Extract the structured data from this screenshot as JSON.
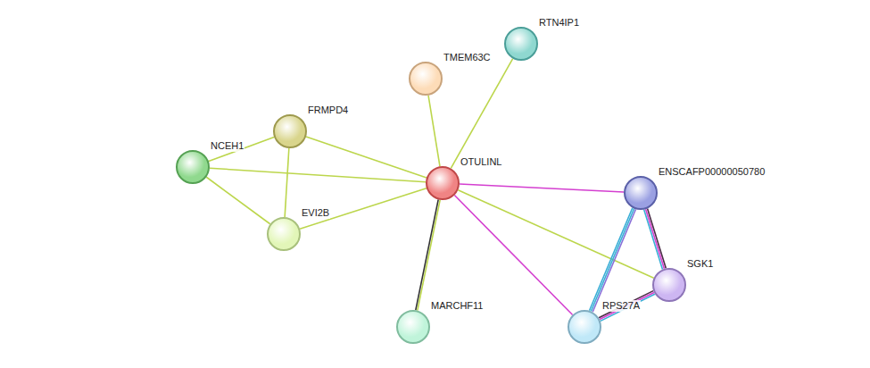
{
  "diagram": {
    "nodes": [
      {
        "text": [
          "RTN4IP1"
        ]
      },
      {
        "text": [
          "TMEM63C"
        ]
      },
      {
        "text": [
          "FRMPD4"
        ]
      },
      {
        "text": [
          "NCEH1"
        ]
      },
      {
        "text": [
          "OTULINL"
        ]
      },
      {
        "text": [
          "ENSCAFP00000050780"
        ]
      },
      {
        "text": [
          "EVI2B"
        ]
      },
      {
        "text": [
          "SGK1"
        ]
      },
      {
        "text": [
          "MARCHF11"
        ]
      },
      {
        "text": [
          "RPS27A"
        ]
      }
    ],
    "edges": [
      {
        "from": 4,
        "to": 0,
        "arrow": "none"
      },
      {
        "from": 4,
        "to": 1,
        "arrow": "none"
      },
      {
        "from": 4,
        "to": 2,
        "arrow": "none"
      },
      {
        "from": 4,
        "to": 3,
        "arrow": "none"
      },
      {
        "from": 4,
        "to": 6,
        "arrow": "none"
      },
      {
        "from": 4,
        "to": 8,
        "arrow": "none"
      },
      {
        "from": 4,
        "to": 5,
        "arrow": "none"
      },
      {
        "from": 4,
        "to": 9,
        "arrow": "none"
      },
      {
        "from": 4,
        "to": 7,
        "arrow": "none"
      },
      {
        "from": 3,
        "to": 2,
        "arrow": "none"
      },
      {
        "from": 3,
        "to": 6,
        "arrow": "none"
      },
      {
        "from": 2,
        "to": 6,
        "arrow": "none"
      },
      {
        "from": 5,
        "to": 9,
        "arrow": "none"
      },
      {
        "from": 5,
        "to": 7,
        "arrow": "none"
      },
      {
        "from": 7,
        "to": 9,
        "arrow": "none"
      }
    ]
  }
}
